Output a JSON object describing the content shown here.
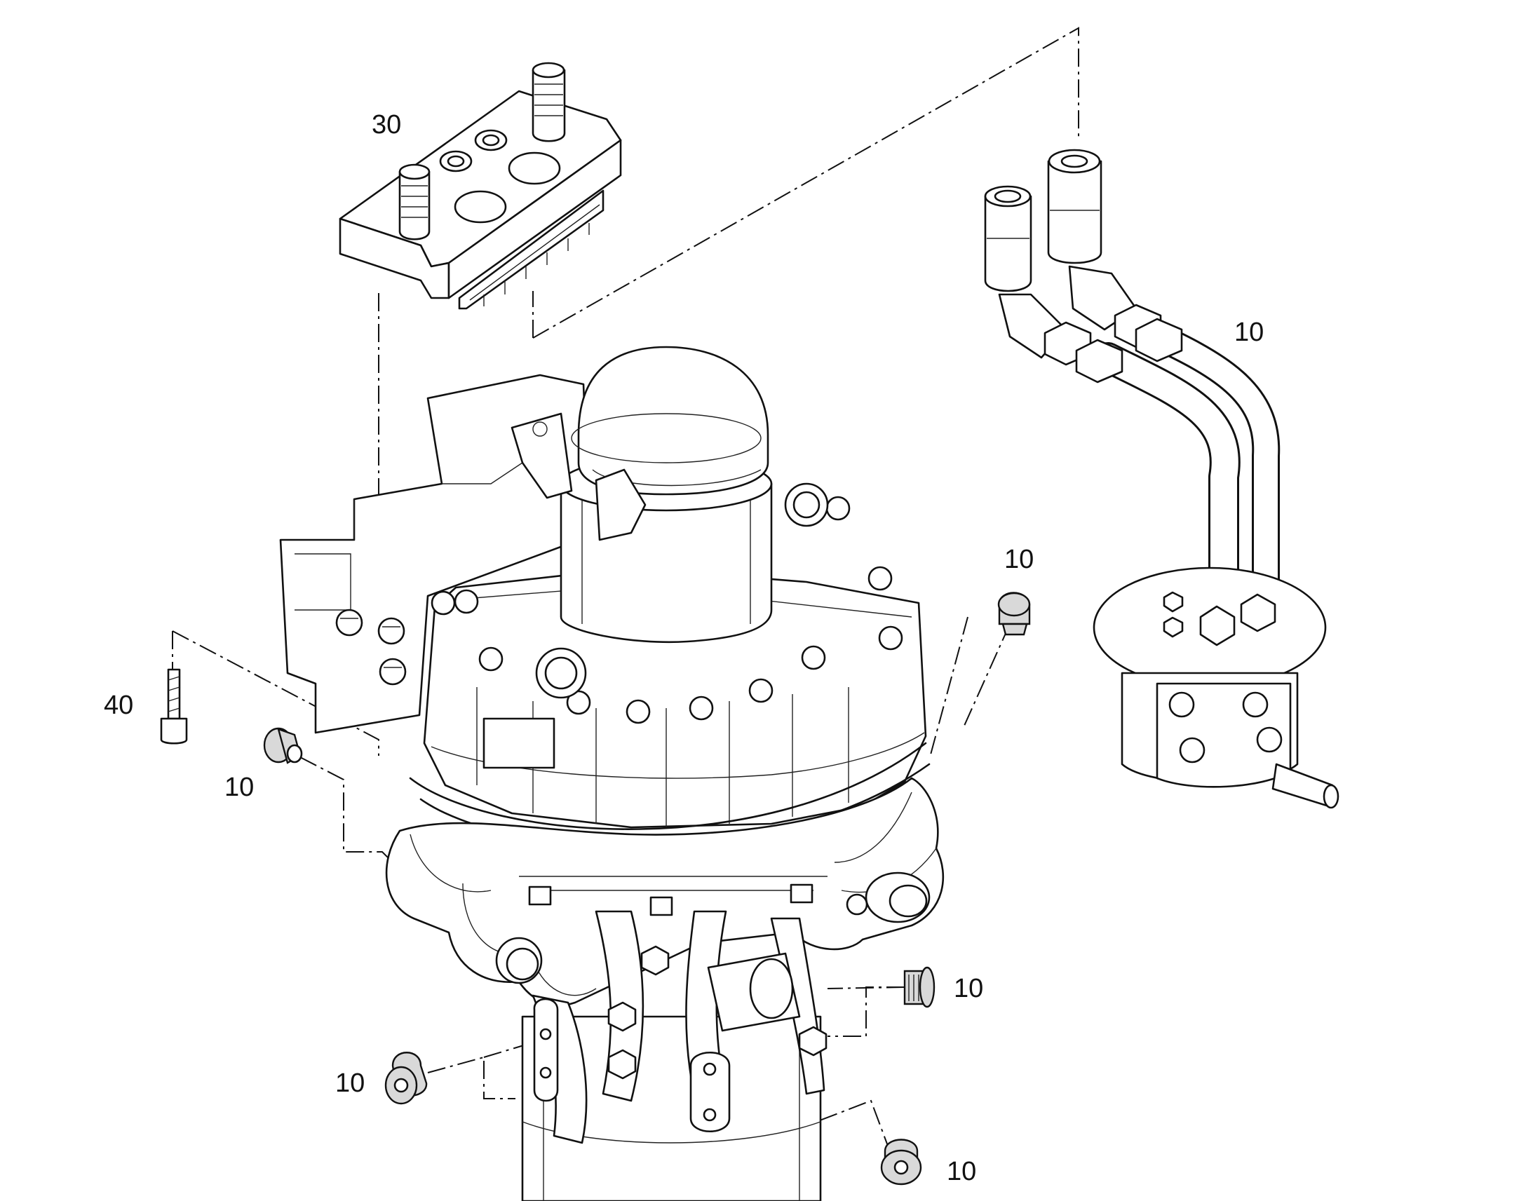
{
  "callouts": {
    "manifold": "30",
    "hose_assembly": "10",
    "plug_top_right": "10",
    "screw": "40",
    "plug_left": "10",
    "plug_right_mid": "10",
    "plug_bottom_left": "10",
    "plug_bottom_right": "10"
  },
  "line_color": "#111111",
  "fill_color": "#d9d9d9"
}
